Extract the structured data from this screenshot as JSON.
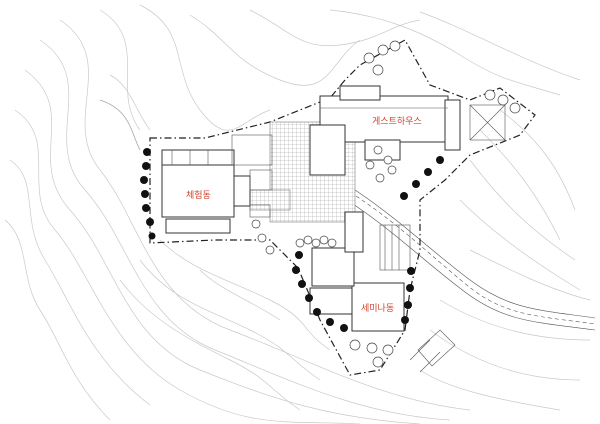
{
  "labels": {
    "guesthouse": "게스트하우스",
    "experience_hall": "체험동",
    "seminar_hall": "세미나동"
  }
}
